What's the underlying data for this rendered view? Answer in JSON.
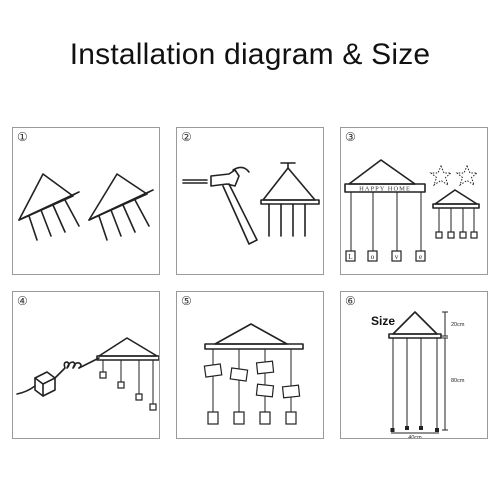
{
  "title": "Installation diagram & Size",
  "panels": [
    {
      "number": "①"
    },
    {
      "number": "②"
    },
    {
      "number": "③",
      "banner_text": "HAPPY HOME",
      "letters": [
        "L",
        "o",
        "v",
        "e"
      ]
    },
    {
      "number": "④"
    },
    {
      "number": "⑤"
    },
    {
      "number": "⑥",
      "size_label": "Size",
      "dim_top": "20cm",
      "dim_side": "80cm",
      "dim_bottom": "40cm"
    }
  ]
}
